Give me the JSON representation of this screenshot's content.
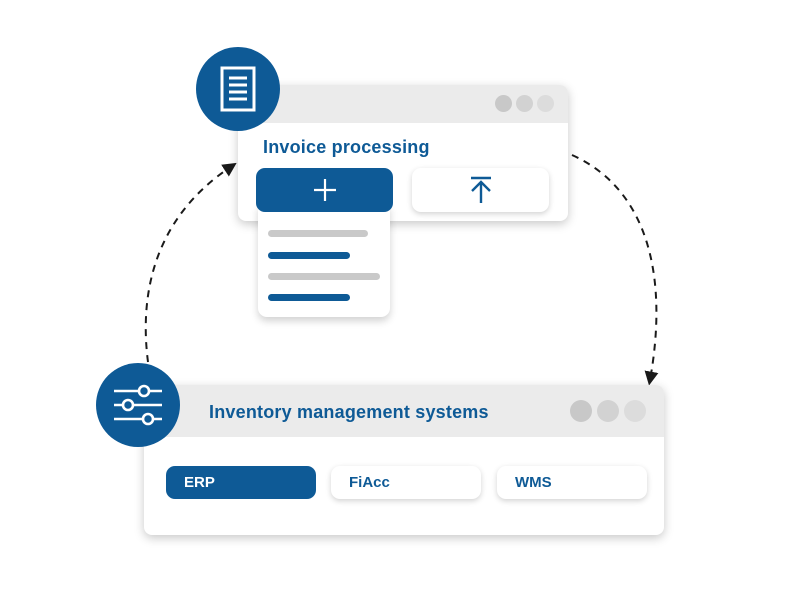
{
  "colors": {
    "brand_blue": "#0e5a96",
    "titlebar_gray": "#ebebeb",
    "dot_gray_dark": "#c8c8c8",
    "dot_gray_light": "#dcdcdc",
    "line_gray": "#c9c9c9"
  },
  "invoice_window": {
    "title": "Invoice processing",
    "add_button_icon": "plus-icon",
    "upload_button_icon": "upload-icon",
    "badge_icon": "document-icon"
  },
  "inventory_window": {
    "title": "Inventory management systems",
    "badge_icon": "sliders-icon",
    "chips": [
      {
        "label": "ERP",
        "selected": true
      },
      {
        "label": "FiAcc",
        "selected": false
      },
      {
        "label": "WMS",
        "selected": false
      }
    ]
  }
}
